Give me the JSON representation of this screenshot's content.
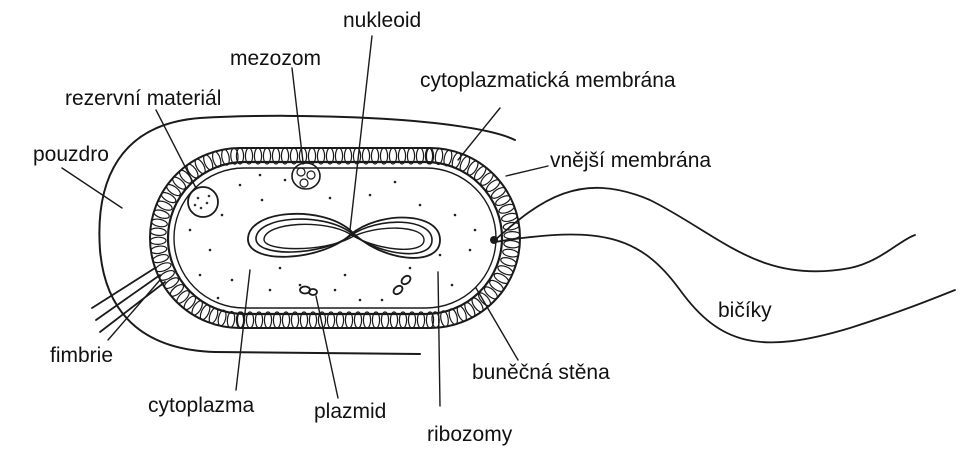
{
  "labels": {
    "nukleoid": "nukleoid",
    "mezozom": "mezozom",
    "rezervni_material": "rezervní materiál",
    "cytoplazmaticka_membrana": "cytoplazmatická membrána",
    "pouzdro": "pouzdro",
    "vnejsi_membrana": "vnější membrána",
    "bicik": "bičíky",
    "fimbrie": "fimbrie",
    "bunecna_stena": "buněčná stěna",
    "cytoplazma": "cytoplazma",
    "plazmid": "plazmid",
    "ribozomy": "ribozomy"
  }
}
